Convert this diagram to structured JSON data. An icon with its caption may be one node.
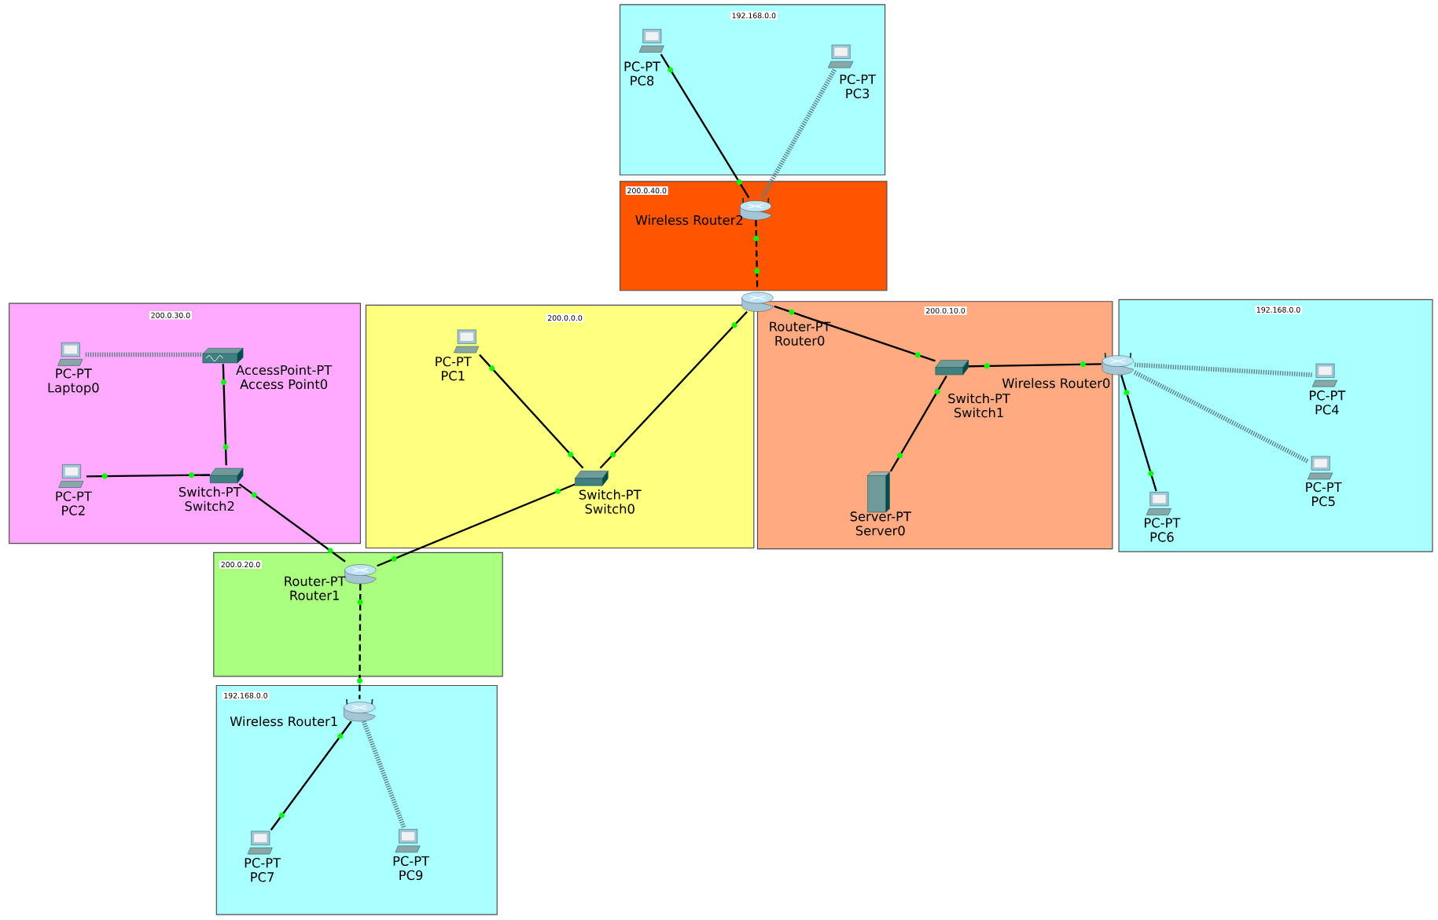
{
  "diagram": {
    "nodes": [
      {
        "text": [
          "192.168.0.0"
        ]
      },
      {
        "text": [
          "200.0.40.0"
        ]
      },
      {
        "text": [
          "200.0.30.0"
        ]
      },
      {
        "text": [
          "200.0.0.0"
        ]
      },
      {
        "text": [
          "200.0.10.0"
        ]
      },
      {
        "text": [
          "192.168.0.0"
        ]
      },
      {
        "text": [
          "200.0.20.0"
        ]
      },
      {
        "text": [
          "192.168.0.0"
        ]
      },
      {
        "text": [
          "PC-PT",
          "PC8"
        ],
        "in": 0
      },
      {
        "text": [
          "PC-PT",
          "PC3"
        ],
        "in": 0
      },
      {
        "text": [
          "Wireless Router2"
        ],
        "in": 1
      },
      {
        "text": [
          "Router-PT",
          "Router0"
        ]
      },
      {
        "text": [
          "PC-PT",
          "Laptop0"
        ],
        "in": 2
      },
      {
        "text": [
          "AccessPoint-PT",
          "Access Point0"
        ],
        "in": 2
      },
      {
        "text": [
          "PC-PT",
          "PC2"
        ],
        "in": 2
      },
      {
        "text": [
          "Switch-PT",
          "Switch2"
        ],
        "in": 2
      },
      {
        "text": [
          "PC-PT",
          "PC1"
        ],
        "in": 3
      },
      {
        "text": [
          "Switch-PT",
          "Switch0"
        ],
        "in": 3
      },
      {
        "text": [
          "Switch-PT",
          "Switch1"
        ],
        "in": 4
      },
      {
        "text": [
          "Server-PT",
          "Server0"
        ],
        "in": 4
      },
      {
        "text": [
          "Wireless Router0"
        ],
        "in": 5
      },
      {
        "text": [
          "PC-PT",
          "PC4"
        ],
        "in": 5
      },
      {
        "text": [
          "PC-PT",
          "PC5"
        ],
        "in": 5
      },
      {
        "text": [
          "PC-PT",
          "PC6"
        ],
        "in": 5
      },
      {
        "text": [
          "Router-PT",
          "Router1"
        ],
        "in": 6
      },
      {
        "text": [
          "Wireless Router1"
        ],
        "in": 7
      },
      {
        "text": [
          "PC-PT",
          "PC7"
        ],
        "in": 7
      },
      {
        "text": [
          "PC-PT",
          "PC9"
        ],
        "in": 7
      }
    ],
    "edges": [
      {
        "from": 8,
        "to": 10,
        "arrow": "none"
      },
      {
        "from": 9,
        "to": 10,
        "arrow": "none",
        "style": "dashed",
        "color": "#5f7f86"
      },
      {
        "from": 10,
        "to": 11,
        "arrow": "none",
        "style": "dashed"
      },
      {
        "from": 11,
        "to": 17,
        "arrow": "none"
      },
      {
        "from": 11,
        "to": 18,
        "arrow": "none"
      },
      {
        "from": 12,
        "to": 13,
        "arrow": "none",
        "style": "dashed",
        "color": "#5f7f86"
      },
      {
        "from": 13,
        "to": 15,
        "arrow": "none"
      },
      {
        "from": 14,
        "to": 15,
        "arrow": "none"
      },
      {
        "from": 15,
        "to": 24,
        "arrow": "none"
      },
      {
        "from": 16,
        "to": 17,
        "arrow": "none"
      },
      {
        "from": 17,
        "to": 24,
        "arrow": "none"
      },
      {
        "from": 18,
        "to": 20,
        "arrow": "none"
      },
      {
        "from": 18,
        "to": 19,
        "arrow": "none"
      },
      {
        "from": 20,
        "to": 21,
        "arrow": "none",
        "style": "dashed",
        "color": "#5f7f86"
      },
      {
        "from": 20,
        "to": 22,
        "arrow": "none",
        "style": "dashed",
        "color": "#5f7f86"
      },
      {
        "from": 20,
        "to": 23,
        "arrow": "none"
      },
      {
        "from": 24,
        "to": 25,
        "arrow": "none",
        "style": "dashed"
      },
      {
        "from": 25,
        "to": 26,
        "arrow": "none"
      },
      {
        "from": 25,
        "to": 27,
        "arrow": "none",
        "style": "dashed",
        "color": "#5f7f86"
      }
    ]
  }
}
